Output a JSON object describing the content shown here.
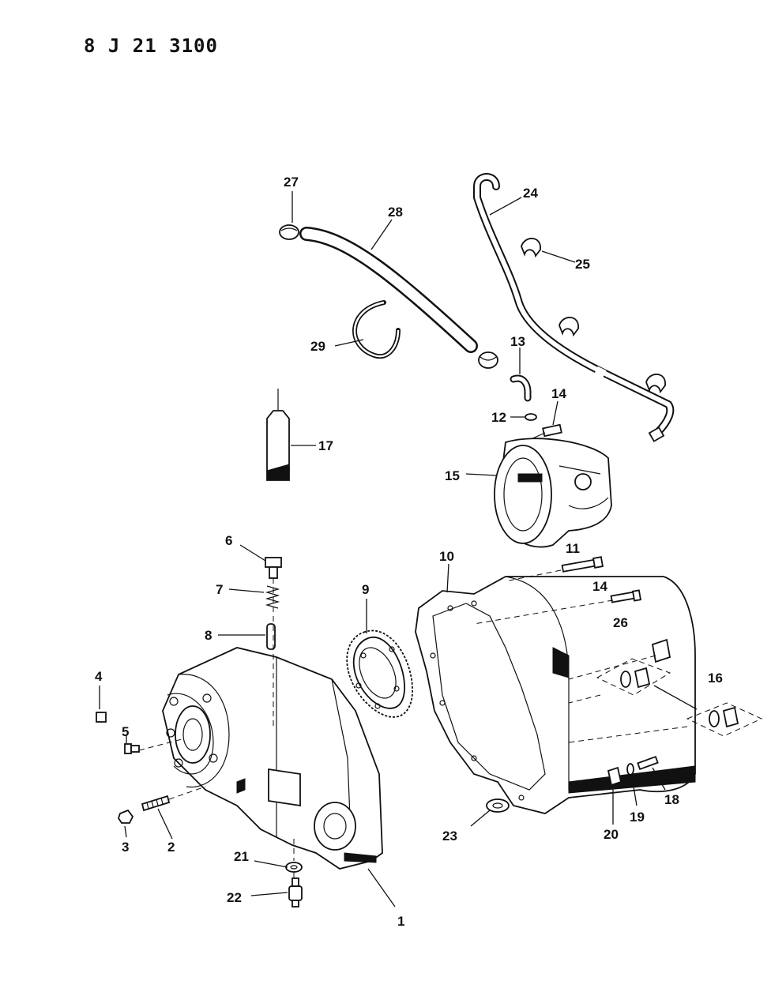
{
  "document_code": "8 J 21 3100",
  "callouts": {
    "c1": "1",
    "c2": "2",
    "c3": "3",
    "c4": "4",
    "c5": "5",
    "c6": "6",
    "c7": "7",
    "c8": "8",
    "c9": "9",
    "c10": "10",
    "c11": "11",
    "c12": "12",
    "c13": "13",
    "c14a": "14",
    "c14b": "14",
    "c15": "15",
    "c16": "16",
    "c17": "17",
    "c18": "18",
    "c19": "19",
    "c20": "20",
    "c21": "21",
    "c22": "22",
    "c23": "23",
    "c24": "24",
    "c25": "25",
    "c26": "26",
    "c27": "27",
    "c28": "28",
    "c29": "29"
  }
}
